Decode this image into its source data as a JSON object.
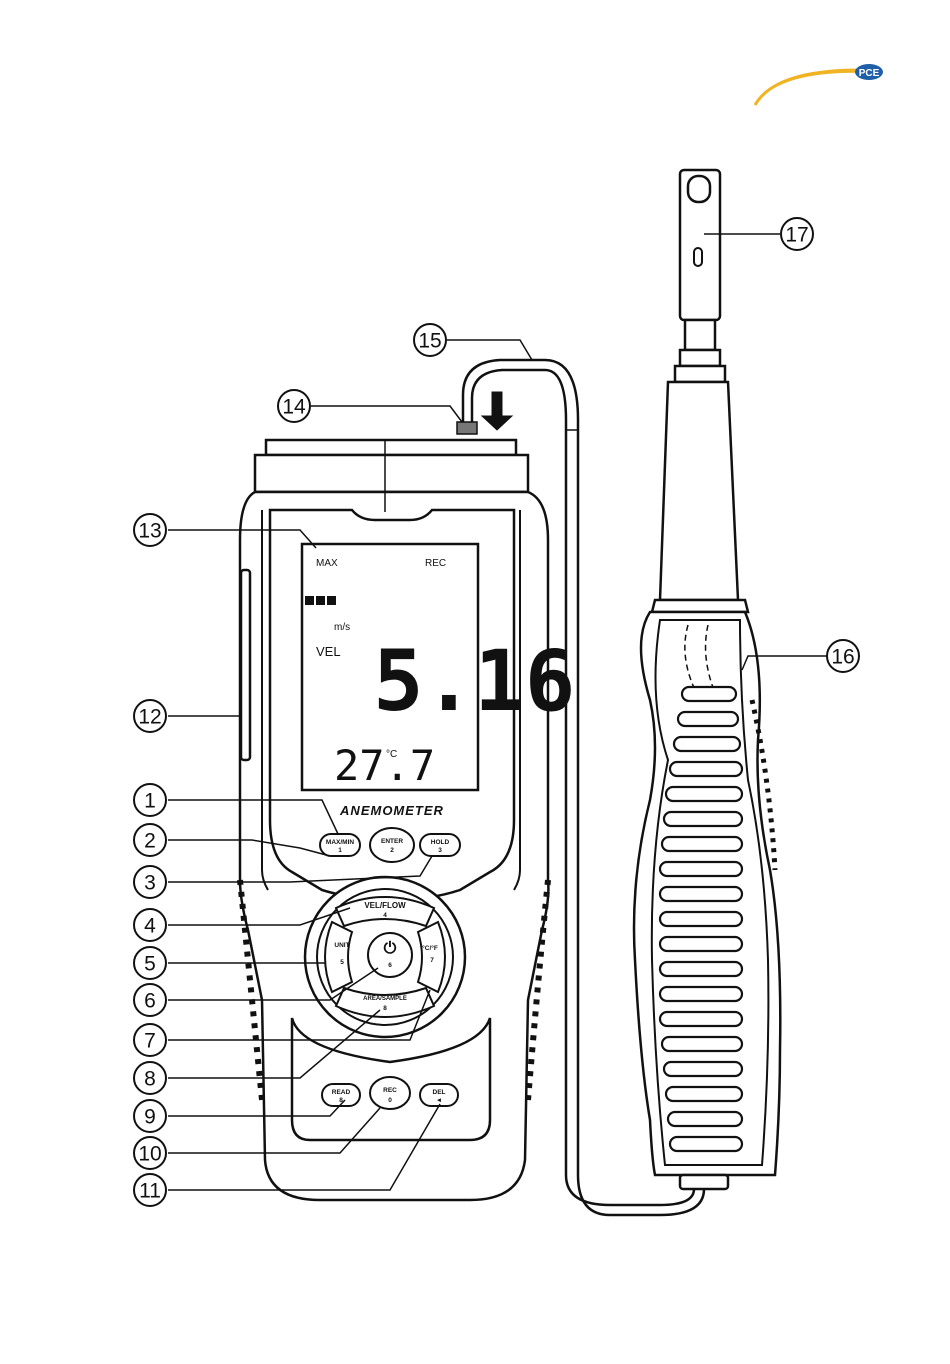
{
  "brand": {
    "logo_text": "PCE",
    "accent": "#f0b323",
    "badge_color": "#1f5fa8"
  },
  "device": {
    "title": "ANEMOMETER",
    "display": {
      "indicator_max": "MAX",
      "indicator_rec": "REC",
      "unit_velocity": "m/s",
      "mode_label": "VEL",
      "primary_reading": "5.16",
      "secondary_reading": "27.7",
      "secondary_unit": "°C"
    },
    "buttons": {
      "max_min": {
        "label": "MAX/MIN",
        "num": "1"
      },
      "enter": {
        "label": "ENTER",
        "num": "2"
      },
      "hold": {
        "label": "HOLD",
        "num": "3"
      },
      "vel_flow": {
        "label": "VEL/FLOW",
        "num": "4"
      },
      "unit": {
        "label": "UNIT",
        "num": "5"
      },
      "power": {
        "label": "⏻",
        "num": "6"
      },
      "temp_unit": {
        "label": "°C/°F",
        "num": "7"
      },
      "area_sample": {
        "label": "AREA/SAMPLE",
        "num": "8"
      },
      "read": {
        "label": "READ",
        "num": "8"
      },
      "rec": {
        "label": "REC",
        "num": "0"
      },
      "del": {
        "label": "DEL",
        "num": "◄"
      }
    }
  },
  "callouts": [
    "1",
    "2",
    "3",
    "4",
    "5",
    "6",
    "7",
    "8",
    "9",
    "10",
    "11",
    "12",
    "13",
    "14",
    "15",
    "16",
    "17"
  ]
}
